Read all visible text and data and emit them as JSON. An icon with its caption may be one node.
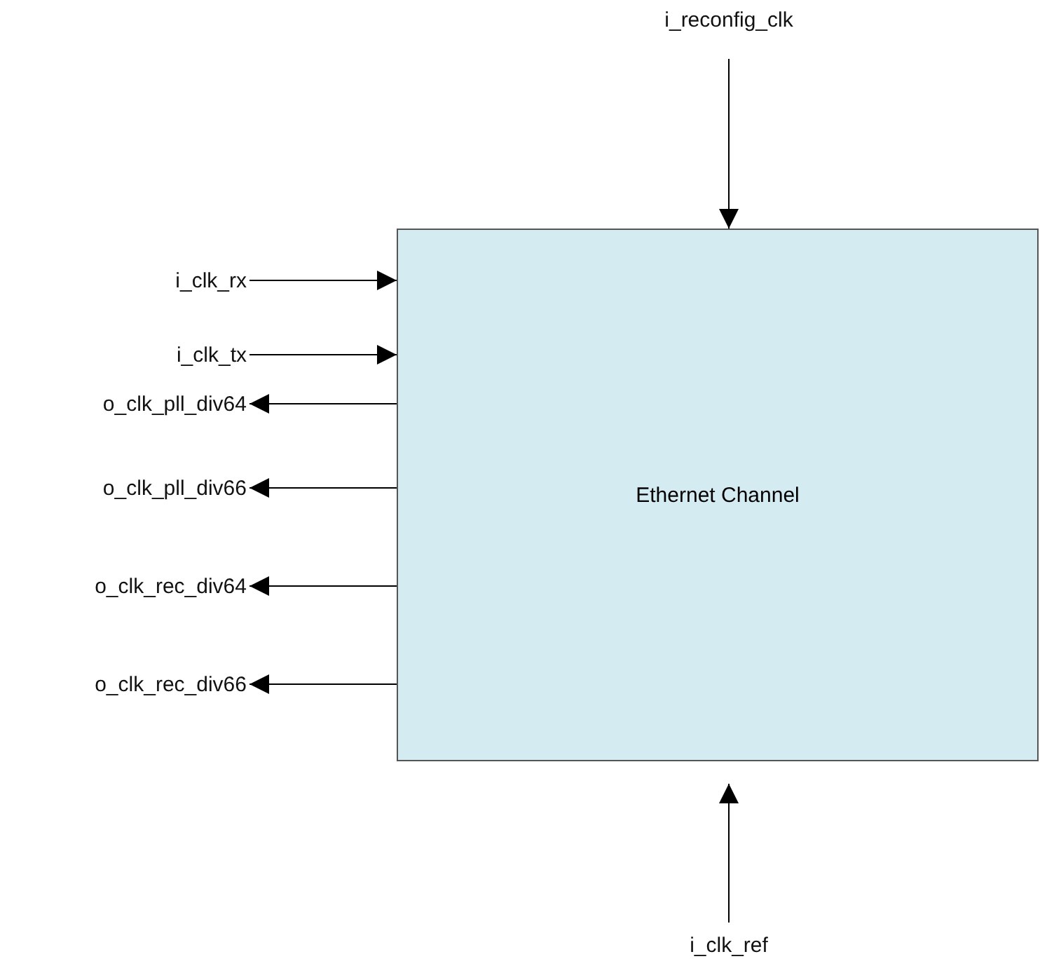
{
  "diagram": {
    "nodes": [
      {
        "text": [
          "Ethernet Channel"
        ]
      },
      {
        "text": [
          "i_reconfig_clk"
        ]
      },
      {
        "text": [
          "i_clk_rx"
        ]
      },
      {
        "text": [
          "i_clk_tx"
        ]
      },
      {
        "text": [
          "o_clk_pll_div64"
        ]
      },
      {
        "text": [
          "o_clk_pll_div66"
        ]
      },
      {
        "text": [
          "o_clk_rec_div64"
        ]
      },
      {
        "text": [
          "o_clk_rec_div66"
        ]
      },
      {
        "text": [
          "i_clk_ref"
        ]
      }
    ],
    "edges": [
      {
        "from": 1,
        "to": 0,
        "arrow": "to"
      },
      {
        "from": 2,
        "to": 0,
        "arrow": "to"
      },
      {
        "from": 3,
        "to": 0,
        "arrow": "to"
      },
      {
        "from": 0,
        "to": 4,
        "arrow": "to"
      },
      {
        "from": 0,
        "to": 5,
        "arrow": "to"
      },
      {
        "from": 0,
        "to": 6,
        "arrow": "to"
      },
      {
        "from": 0,
        "to": 7,
        "arrow": "to"
      },
      {
        "from": 8,
        "to": 0,
        "arrow": "to"
      }
    ]
  }
}
